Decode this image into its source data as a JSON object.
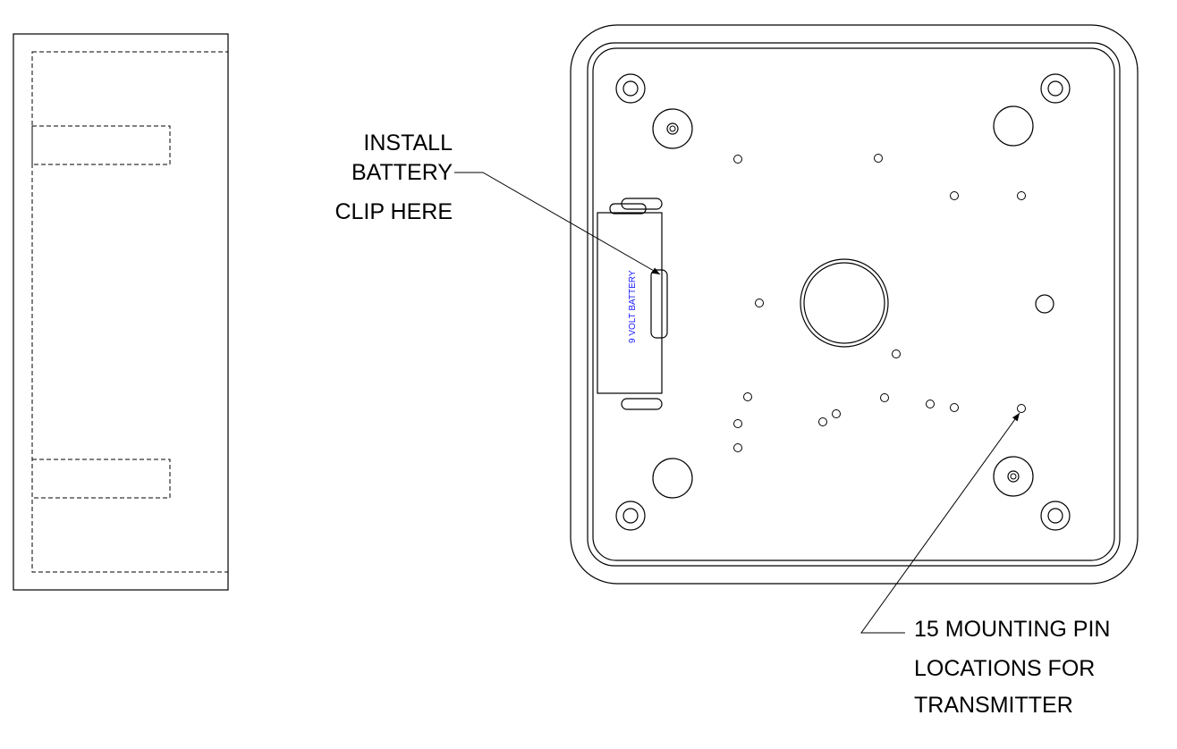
{
  "callouts": {
    "battery_clip": [
      "INSTALL",
      "BATTERY",
      "CLIP HERE"
    ],
    "mounting_pins": [
      "15 MOUNTING PIN",
      "LOCATIONS FOR",
      "TRANSMITTER"
    ]
  },
  "battery_label": "9 VOLT BATTERY",
  "colors": {
    "line": "#000000",
    "battery_label": "#1a1aff",
    "background": "#ffffff"
  }
}
